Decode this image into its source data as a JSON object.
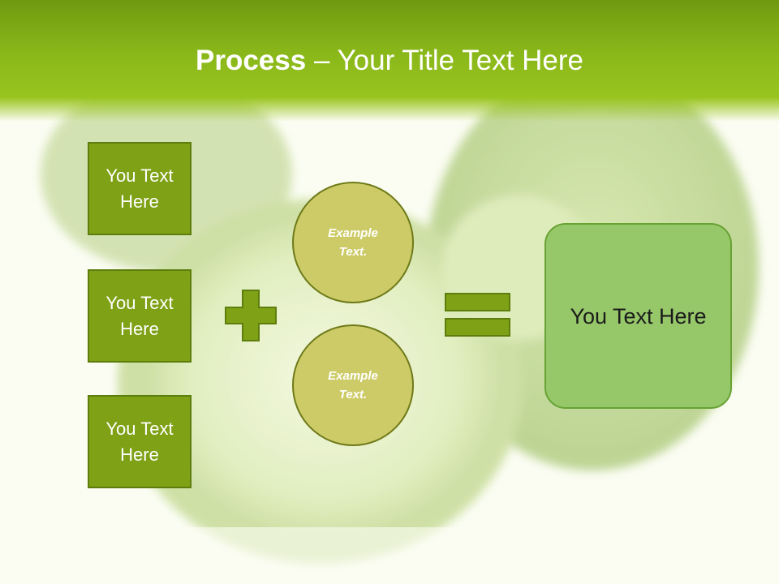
{
  "slide": {
    "title_bold": "Process",
    "title_rest": " – Your Title Text Here",
    "left_boxes": [
      {
        "label": "You Text\nHere"
      },
      {
        "label": "You Text\nHere"
      },
      {
        "label": "You Text\nHere"
      }
    ],
    "circles": [
      {
        "label": "Example\nText."
      },
      {
        "label": "Example\nText."
      }
    ],
    "operators": {
      "plus": "plus-icon",
      "equals": "equals-icon"
    },
    "result": {
      "label": "You Text Here"
    }
  },
  "colors": {
    "header_green": "#8ab81a",
    "box_green": "#7fa116",
    "circle_fill": "#cdcb68",
    "result_fill": "#96c86a"
  }
}
